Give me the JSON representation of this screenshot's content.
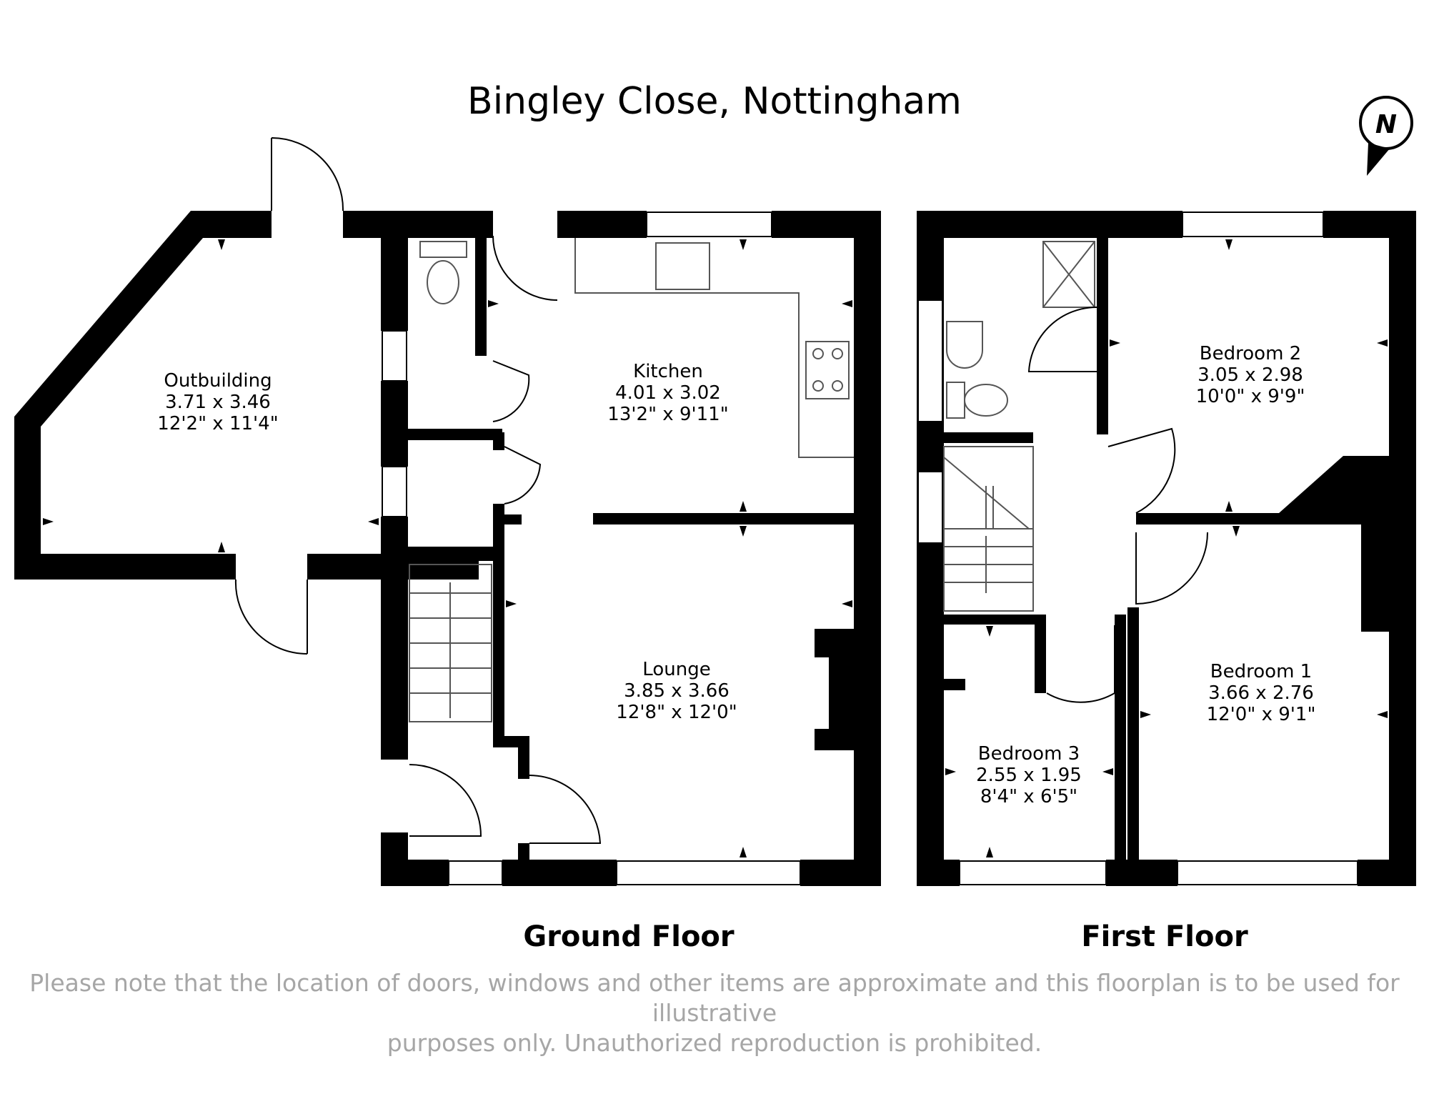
{
  "title": "Bingley Close, Nottingham",
  "compass_letter": "N",
  "floors": [
    {
      "label": "Ground Floor"
    },
    {
      "label": "First Floor"
    }
  ],
  "rooms": {
    "outbuilding": {
      "name": "Outbuilding",
      "metric": "3.71 x 3.46",
      "imperial": "12'2\" x 11'4\""
    },
    "kitchen": {
      "name": "Kitchen",
      "metric": "4.01 x 3.02",
      "imperial": "13'2\" x 9'11\""
    },
    "lounge": {
      "name": "Lounge",
      "metric": "3.85 x 3.66",
      "imperial": "12'8\" x 12'0\""
    },
    "bedroom2": {
      "name": "Bedroom 2",
      "metric": "3.05 x 2.98",
      "imperial": "10'0\" x 9'9\""
    },
    "bedroom1": {
      "name": "Bedroom 1",
      "metric": "3.66 x 2.76",
      "imperial": "12'0\" x 9'1\""
    },
    "bedroom3": {
      "name": "Bedroom 3",
      "metric": "2.55 x 1.95",
      "imperial": "8'4\" x 6'5\""
    }
  },
  "disclaimer": {
    "line1": "Please note that the location of doors, windows and other items are approximate and this floorplan is to be used for illustrative",
    "line2": "purposes only. Unauthorized reproduction is prohibited."
  },
  "colors": {
    "wall": "#000000",
    "window": "#ffffff",
    "fixture": "#555555",
    "disclaimer": "#a6a6a6"
  }
}
